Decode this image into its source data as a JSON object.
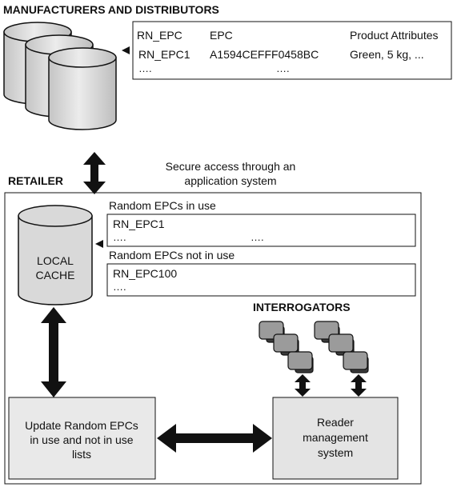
{
  "manufacturers": {
    "heading": "MANUFACTURERS AND DISTRIBUTORS",
    "table": {
      "headers": [
        "RN_EPC",
        "EPC",
        "Product Attributes"
      ],
      "row": [
        "RN_EPC1",
        "A1594CEFFF0458BC",
        "Green, 5 kg, ..."
      ],
      "ellipsis_1": "….",
      "ellipsis_2": "…."
    }
  },
  "access_note": {
    "line1": "Secure access through an",
    "line2": "application system"
  },
  "retailer": {
    "heading": "RETAILER",
    "local_cache": {
      "line1": "LOCAL",
      "line2": "CACHE"
    },
    "in_use": {
      "title": "Random EPCs in use",
      "first": "RN_EPC1",
      "ellipsis_1": "….",
      "ellipsis_2": "…."
    },
    "not_in_use": {
      "title": "Random EPCs not in use",
      "first": "RN_EPC100",
      "ellipsis": "…."
    },
    "interrogators_label": "INTERROGATORS",
    "update_box": {
      "line1": "Update Random EPCs",
      "line2": "in use and not in use",
      "line3": "lists"
    },
    "reader_box": {
      "line1": "Reader",
      "line2": "management",
      "line3": "system"
    }
  },
  "colors": {
    "stroke": "#111111",
    "cylinder_fill": "#dcdcdc",
    "cache_fill": "#d9d9d9",
    "box_fill": "#e9e9e9",
    "reader_fill": "#d0d0d0",
    "arrow": "#111111"
  }
}
